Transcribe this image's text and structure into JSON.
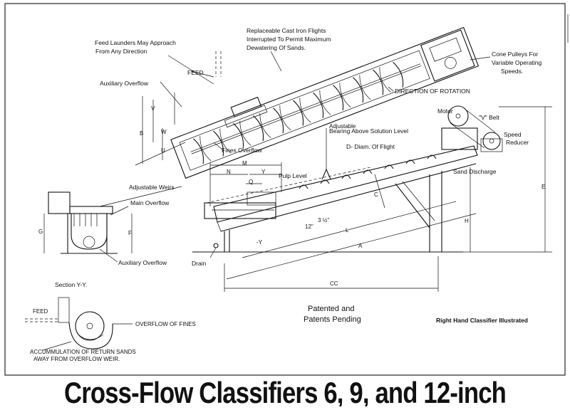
{
  "labels": {
    "feed_launders": [
      "Feed Launders May Approach",
      "From Any Direction"
    ],
    "flights": [
      "Replaceable Cast Iron Flights",
      "Interrupted To Permit Maximum",
      "Dewatering Of Sands."
    ],
    "cone_pulleys": [
      "Cone Pulleys For",
      "Variable Operating",
      "Speeds."
    ],
    "feed": "FEED",
    "aux_overflow_top": "Auxiliary Overflow",
    "direction_rotation": "DIRECTION OF ROTATION",
    "motor": "Motor",
    "v_belt": "\"V\" Belt",
    "speed_reducer": [
      "Speed",
      "Reducer"
    ],
    "adjustable_bearing": [
      "Adjustable",
      "Bearing Above Solution  Level"
    ],
    "d_diam": "D- Diam. Of Flight",
    "fines_overflow": "Fines Overflow",
    "adjustable_weirs": "Adjustable Weirs",
    "main_overflow": "Main  Overflow",
    "pulp_level": "Pulp Level",
    "sand_discharge": "Sand Discharge",
    "aux_overflow_bottom": "Auxiliary Overflow",
    "drain": "Drain",
    "section": "Section  Y-Y.",
    "feed_section": "FEED",
    "overflow_fines": "OVERFLOW  OF FINES",
    "accumulation": [
      "ACCUMMULATION  OF RETURN SANDS",
      "AWAY FROM OVERFLOW WEIR."
    ],
    "patented": [
      "Patented  and",
      "Patents Pending"
    ],
    "right_hand": "Right Hand Classifier Illustrated"
  },
  "dimensions": {
    "V": "V",
    "B": "B",
    "W": "W",
    "U": "U",
    "M": "M",
    "N": "N",
    "Y": "Y",
    "Q": "Q",
    "G": "G",
    "F": "F",
    "H": "H",
    "E": "E",
    "L": "L",
    "A": "A",
    "CC": "CC",
    "C": "C",
    "twelve": "12\"",
    "three_half": "3 ½\"",
    "y_arrow": "-Y"
  },
  "title": "Cross-Flow Classifiers 6, 9, and 12-inch"
}
